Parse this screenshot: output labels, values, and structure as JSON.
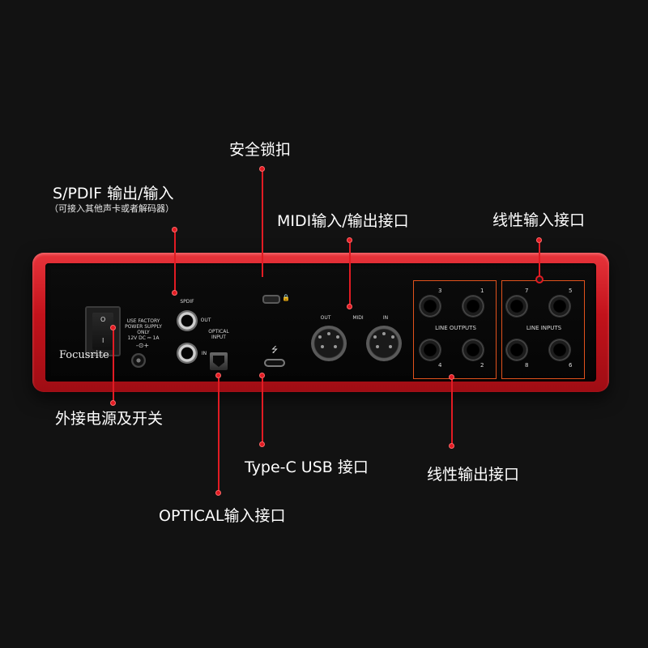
{
  "labels": {
    "spdif_title": "S/PDIF 输出/输入",
    "spdif_sub": "（可接入其他声卡或者解码器）",
    "lock": "安全锁扣",
    "midi": "MIDI输入/输出接口",
    "line_in": "线性输入接口",
    "power": "外接电源及开关",
    "usb": "Type-C USB 接口",
    "line_out": "线性输出接口",
    "optical": "OPTICAL输入接口"
  },
  "device": {
    "brand": "Focusrite",
    "power_note": [
      "USE FACTORY",
      "POWER SUPPLY",
      "ONLY",
      "12V DC ⎓ 1A"
    ],
    "power_polarity": "-⊙+",
    "spdif_label": "SPDIF",
    "spdif_out": "OUT",
    "spdif_in": "IN",
    "optical_label": [
      "OPTICAL",
      "INPUT"
    ],
    "usb_symbol": "⭍",
    "midi_label": "MIDI",
    "midi_out": "OUT",
    "midi_in": "IN",
    "line_outputs_label": "LINE OUTPUTS",
    "line_inputs_label": "LINE INPUTS",
    "line_output_numbers": [
      "3",
      "1",
      "4",
      "2"
    ],
    "line_input_numbers": [
      "7",
      "5",
      "8",
      "6"
    ]
  },
  "colors": {
    "accent": "#e21b23",
    "device_red": "#c2121b",
    "io_box_border": "#e2521c",
    "background": "#121212"
  }
}
